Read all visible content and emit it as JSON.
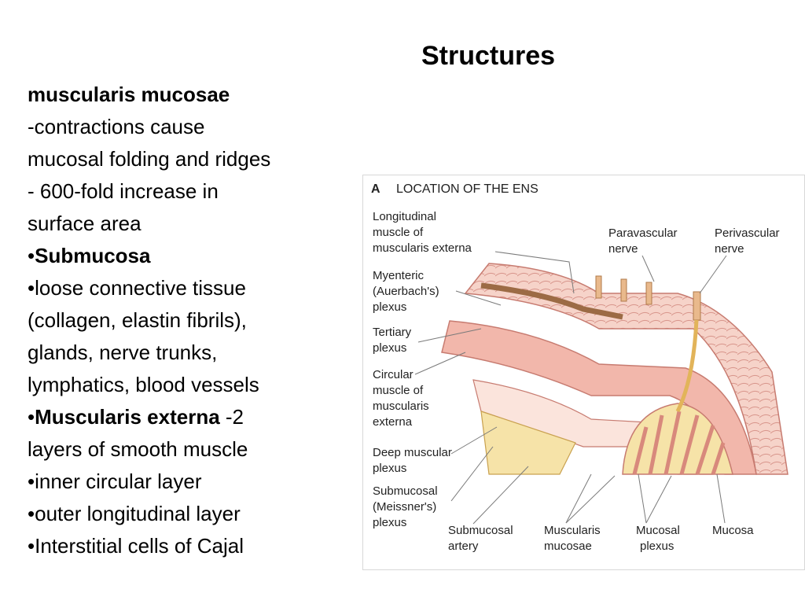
{
  "slide": {
    "title": "Structures",
    "lines": [
      {
        "bold": "muscularis mucosae",
        "rest": ""
      },
      {
        "bold": "",
        "rest": "-contractions cause"
      },
      {
        "bold": "",
        "rest": "mucosal folding and ridges"
      },
      {
        "bold": "",
        "rest": "- 600-fold increase in"
      },
      {
        "bold": "",
        "rest": "surface area"
      },
      {
        "prefix": "•",
        "bold": "Submucosa",
        "rest": ""
      },
      {
        "prefix": "•",
        "bold": "",
        "rest": "loose connective tissue"
      },
      {
        "bold": "",
        "rest": "(collagen, elastin fibrils),"
      },
      {
        "bold": "",
        "rest": "glands, nerve trunks,"
      },
      {
        "bold": "",
        "rest": "lymphatics, blood vessels"
      },
      {
        "prefix": "•",
        "bold": "Muscularis externa",
        "rest": " -2"
      },
      {
        "bold": "",
        "rest": "layers of smooth muscle"
      },
      {
        "prefix": "•",
        "bold": "",
        "rest": "inner circular layer"
      },
      {
        "prefix": "•",
        "bold": "",
        "rest": "outer longitudinal layer"
      },
      {
        "prefix": "•",
        "bold": "",
        "rest": "Interstitial cells of Cajal"
      }
    ]
  },
  "figure": {
    "panel_letter": "A",
    "heading": "LOCATION OF THE ENS",
    "labels": {
      "longitudinal": [
        "Longitudinal",
        "muscle of",
        "muscularis externa"
      ],
      "myenteric": [
        "Myenteric",
        "(Auerbach's)",
        "plexus"
      ],
      "tertiary": [
        "Tertiary",
        "plexus"
      ],
      "circular": [
        "Circular",
        "muscle of",
        "muscularis",
        "externa"
      ],
      "deep_muscular": [
        "Deep muscular",
        "plexus"
      ],
      "submucosal": [
        "Submucosal",
        "(Meissner's)",
        "plexus"
      ],
      "paravascular": [
        "Paravascular",
        "nerve"
      ],
      "perivascular": [
        "Perivascular",
        "nerve"
      ],
      "submucosal_artery": [
        "Submucosal",
        "artery"
      ],
      "muscularis_mucosae": [
        "Muscularis",
        "mucosae"
      ],
      "mucosal_plexus": [
        "Mucosal",
        "plexus"
      ],
      "mucosa": [
        "Mucosa"
      ]
    }
  }
}
